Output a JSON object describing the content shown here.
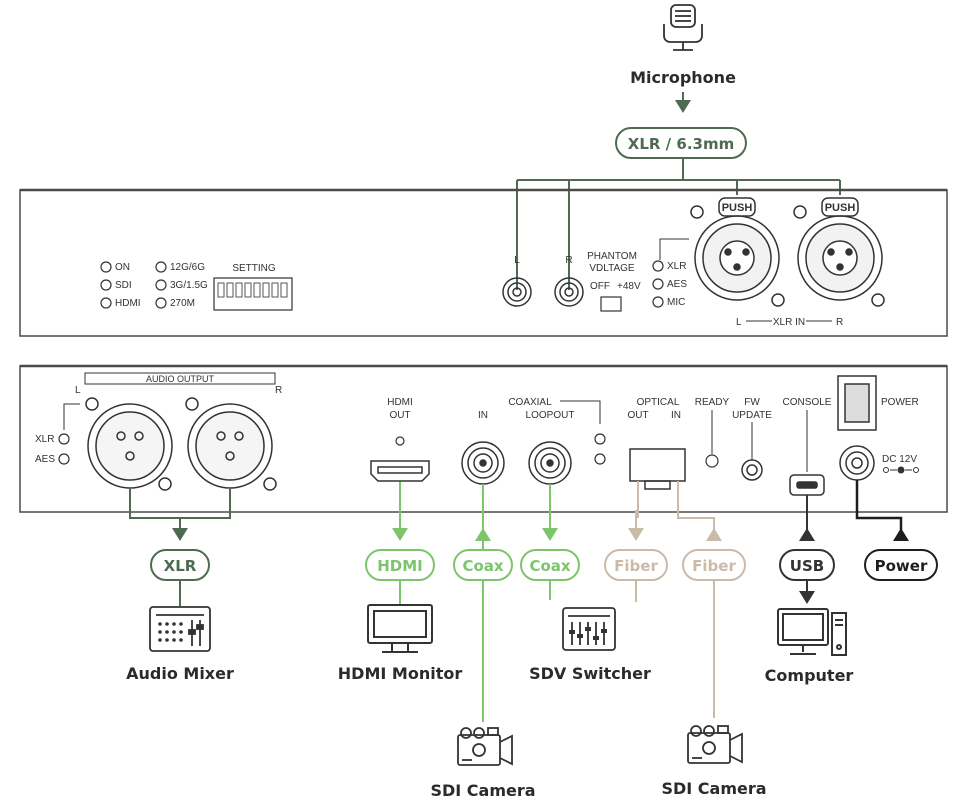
{
  "colors": {
    "panel": "#4a4a4a",
    "dark_green": "#4e6b52",
    "hdmi_green": "#7cc56b",
    "fiber_tan": "#c9bba8",
    "black": "#1e1e1e"
  },
  "top": {
    "microphone_label": "Microphone",
    "mic_pill": "XLR / 6.3mm"
  },
  "front_panel": {
    "leds_col1": [
      "ON",
      "SDI",
      "HDMI"
    ],
    "leds_col2": [
      "12G/6G",
      "3G/1.5G",
      "270M"
    ],
    "setting_label": "SETTING",
    "jack_left": "L",
    "jack_right": "R",
    "phantom_line1": "PHANTOM",
    "phantom_line2": "VDLTAGE",
    "phantom_off": "OFF",
    "phantom_on": "+48V",
    "input_leds": [
      "XLR",
      "AES",
      "MIC"
    ],
    "push_label": "PUSH",
    "xlr_in_left": "L",
    "xlr_in_label": "XLR IN",
    "xlr_in_right": "R"
  },
  "rear_panel": {
    "audio_output": "AUDIO OUTPUT",
    "audio_l": "L",
    "audio_r": "R",
    "out_leds": [
      "XLR",
      "AES"
    ],
    "hdmi_out_line1": "HDMI",
    "hdmi_out_line2": "OUT",
    "coaxial": "COAXIAL",
    "coax_in": "IN",
    "coax_loopout": "LOOPOUT",
    "optical": "OPTICAL",
    "optical_out": "OUT",
    "optical_in": "IN",
    "ready": "READY",
    "fw_line1": "FW",
    "fw_line2": "UPDATE",
    "console": "CONSOLE",
    "power": "POWER",
    "dc": "DC 12V"
  },
  "connections": [
    {
      "pill": "XLR",
      "device": "Audio Mixer"
    },
    {
      "pill": "HDMI",
      "device": "HDMI Monitor"
    },
    {
      "pill": "Coax",
      "device": "SDI Camera"
    },
    {
      "pill": "Coax",
      "device": "SDV Switcher"
    },
    {
      "pill": "Fiber",
      "device": ""
    },
    {
      "pill": "Fiber",
      "device": "SDI Camera"
    },
    {
      "pill": "USB",
      "device": "Computer"
    },
    {
      "pill": "Power",
      "device": ""
    }
  ]
}
